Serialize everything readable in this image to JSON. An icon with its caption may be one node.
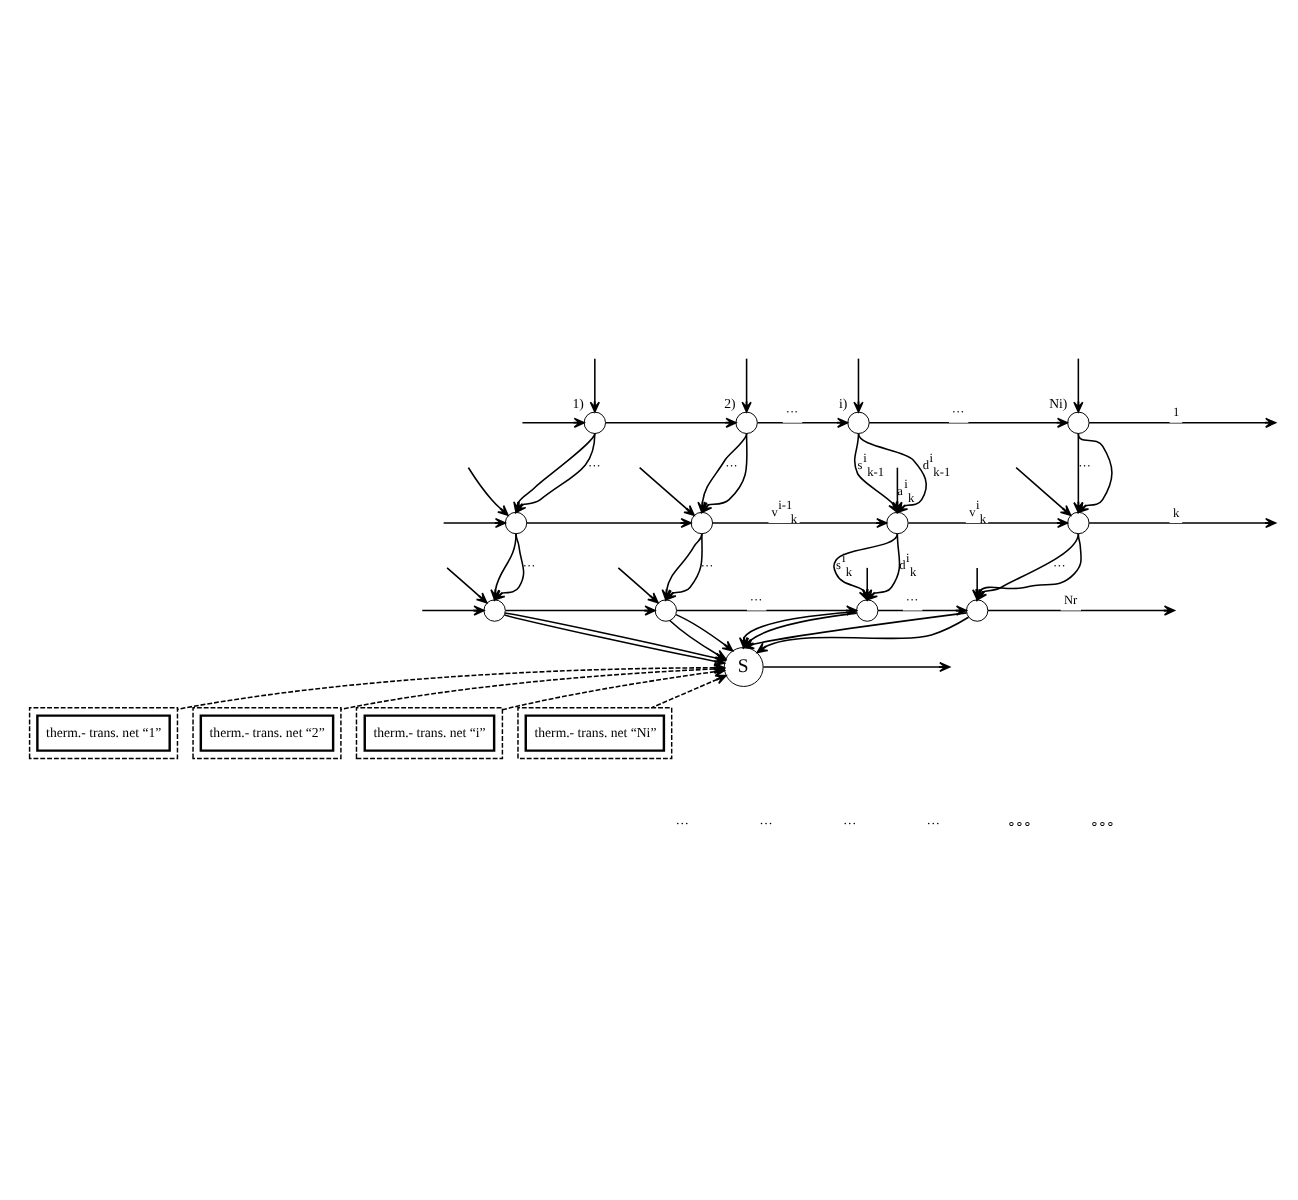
{
  "diagram": {
    "nodes": [
      {
        "text": [],
        "shape": "circle",
        "beside": [
          "1)"
        ]
      },
      {
        "text": [],
        "shape": "circle",
        "beside": [
          "2)"
        ]
      },
      {
        "text": [],
        "shape": "circle",
        "beside": [
          "i)"
        ]
      },
      {
        "text": [],
        "shape": "circle",
        "beside": [
          "Ni)"
        ]
      },
      {
        "text": [],
        "shape": "circle"
      },
      {
        "text": [],
        "shape": "circle"
      },
      {
        "text": [],
        "shape": "circle"
      },
      {
        "text": [],
        "shape": "circle"
      },
      {
        "text": [],
        "shape": "circle"
      },
      {
        "text": [],
        "shape": "circle"
      },
      {
        "text": [],
        "shape": "circle"
      },
      {
        "text": [],
        "shape": "circle"
      },
      {
        "text": [
          "S"
        ]
      },
      {
        "text": [],
        "shape": "box"
      },
      {
        "text": [
          "therm.- trans. net “1”"
        ],
        "in": 13
      },
      {
        "text": [],
        "shape": "box"
      },
      {
        "text": [
          "therm.- trans. net “2”"
        ],
        "in": 15
      },
      {
        "text": [],
        "shape": "box"
      },
      {
        "text": [
          "therm.- trans. net “i”"
        ],
        "in": 17
      },
      {
        "text": [],
        "shape": "box"
      },
      {
        "text": [
          "therm.- trans. net “Ni”"
        ],
        "in": 19
      }
    ],
    "edges": [
      {
        "from": null,
        "to": 0,
        "arrow": "to"
      },
      {
        "from": 0,
        "to": 1,
        "arrow": "to"
      },
      {
        "from": 1,
        "to": 2,
        "arrow": "to",
        "label": "···"
      },
      {
        "from": 2,
        "to": 3,
        "arrow": "to",
        "label": "···"
      },
      {
        "from": 3,
        "to": null,
        "arrow": "to",
        "label": "1"
      },
      {
        "from": null,
        "to": 4,
        "arrow": "to"
      },
      {
        "from": 4,
        "to": 5,
        "arrow": "to"
      },
      {
        "from": 5,
        "to": 6,
        "arrow": "to",
        "label": "v$^{i-1}$$_{k}$"
      },
      {
        "from": 6,
        "to": 7,
        "arrow": "to",
        "label": "v$^{i}$$_{k}$"
      },
      {
        "from": 7,
        "to": null,
        "arrow": "to",
        "label": "k"
      },
      {
        "from": null,
        "to": 8,
        "arrow": "to"
      },
      {
        "from": 8,
        "to": 9,
        "arrow": "to"
      },
      {
        "from": 9,
        "to": 10,
        "arrow": "to",
        "label": "···"
      },
      {
        "from": 10,
        "to": 11,
        "arrow": "to",
        "label": "···"
      },
      {
        "from": 11,
        "to": null,
        "arrow": "to",
        "label": "Nr"
      },
      {
        "from": null,
        "to": 0,
        "arrow": "to"
      },
      {
        "from": null,
        "to": 1,
        "arrow": "to"
      },
      {
        "from": null,
        "to": 2,
        "arrow": "to"
      },
      {
        "from": null,
        "to": 3,
        "arrow": "to"
      },
      {
        "from": null,
        "to": 4,
        "arrow": "to"
      },
      {
        "from": null,
        "to": 5,
        "arrow": "to"
      },
      {
        "from": null,
        "to": 6,
        "arrow": "to",
        "label": "a$^{i}$$_{k}$"
      },
      {
        "from": null,
        "to": 7,
        "arrow": "to"
      },
      {
        "from": null,
        "to": 8,
        "arrow": "to"
      },
      {
        "from": null,
        "to": 9,
        "arrow": "to"
      },
      {
        "from": null,
        "to": 10,
        "arrow": "to"
      },
      {
        "from": null,
        "to": 11,
        "arrow": "to"
      },
      {
        "from": 0,
        "to": 4,
        "arrow": "to",
        "label": "···"
      },
      {
        "from": 0,
        "to": 4,
        "arrow": "to"
      },
      {
        "from": 1,
        "to": 5,
        "arrow": "to",
        "label": "···"
      },
      {
        "from": 1,
        "to": 5,
        "arrow": "to"
      },
      {
        "from": 2,
        "to": 6,
        "arrow": "to",
        "label": "d$^{i}$$_{k-1}$"
      },
      {
        "from": 2,
        "to": 6,
        "arrow": "to",
        "label": "s$^{i}$$_{k-1}$"
      },
      {
        "from": 3,
        "to": 7,
        "arrow": "to",
        "label": "···"
      },
      {
        "from": 3,
        "to": 7,
        "arrow": "to"
      },
      {
        "from": 4,
        "to": 8,
        "arrow": "to",
        "label": "···"
      },
      {
        "from": 4,
        "to": 8,
        "arrow": "to"
      },
      {
        "from": 5,
        "to": 9,
        "arrow": "to",
        "label": "···"
      },
      {
        "from": 5,
        "to": 9,
        "arrow": "to"
      },
      {
        "from": 6,
        "to": 10,
        "arrow": "to",
        "label": "d$^{i}$$_{k}$"
      },
      {
        "from": 6,
        "to": 10,
        "arrow": "to",
        "label": "s$^{i}$$_{k}$"
      },
      {
        "from": 7,
        "to": 11,
        "arrow": "to",
        "label": "···"
      },
      {
        "from": 7,
        "to": 11,
        "arrow": "to"
      },
      {
        "from": 8,
        "to": 12,
        "arrow": "to"
      },
      {
        "from": 8,
        "to": 12,
        "arrow": "to"
      },
      {
        "from": 9,
        "to": 12,
        "arrow": "to"
      },
      {
        "from": 9,
        "to": 12,
        "arrow": "to"
      },
      {
        "from": 10,
        "to": 12,
        "arrow": "to"
      },
      {
        "from": 10,
        "to": 12,
        "arrow": "to"
      },
      {
        "from": 11,
        "to": 12,
        "arrow": "to"
      },
      {
        "from": 11,
        "to": 12,
        "arrow": "to"
      },
      {
        "from": 12,
        "to": null,
        "arrow": "to"
      },
      {
        "from": 13,
        "to": 12,
        "arrow": "to",
        "style": "dashed"
      },
      {
        "from": 15,
        "to": 12,
        "arrow": "to",
        "style": "dashed"
      },
      {
        "from": 17,
        "to": 12,
        "arrow": "to",
        "style": "dashed"
      },
      {
        "from": 19,
        "to": 12,
        "arrow": "to",
        "style": "dashed"
      }
    ],
    "labels": [
      "···",
      "···",
      "···",
      "···",
      "∘∘∘",
      "∘∘∘"
    ]
  }
}
